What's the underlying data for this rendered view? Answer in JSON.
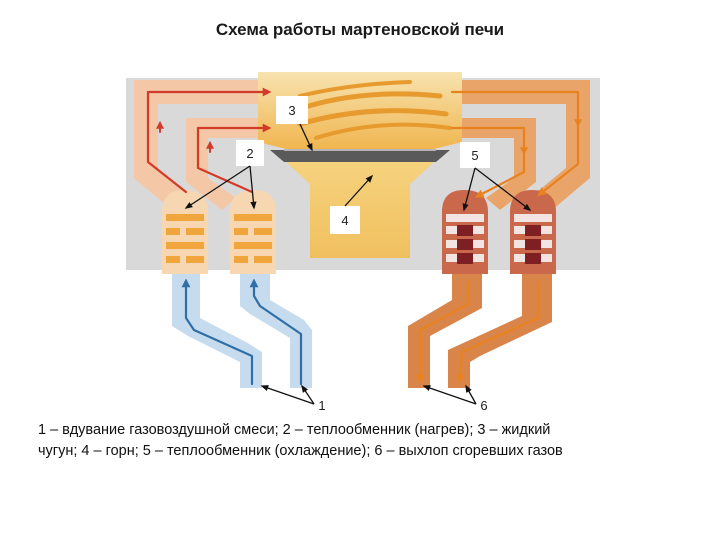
{
  "title": "Схема работы мартеновской печи",
  "callouts": {
    "n1": "1",
    "n2": "2",
    "n3": "3",
    "n4": "4",
    "n5": "5",
    "n6": "6"
  },
  "caption": {
    "line1": "1 – вдувание газовоздушной смеси; 2 – теплообменник (нагрев); 3 – жидкий",
    "line2": "чугун; 4 – горн; 5 – теплообменник (охлаждение); 6 – выхлоп сгоревших газов"
  },
  "colors": {
    "wall_gray": "#d9d9d9",
    "cold_duct_blue": "#c6dcee",
    "hot_duct_peach": "#f4c7a6",
    "exhaust_orange": "#d9854a",
    "hearth_yellow": "#f2c66e",
    "checker_brick_light": "#f0a63c",
    "checker_brick_dark": "#7e1f24",
    "arrow_red": "#d23a2a",
    "arrow_orange": "#e8821e",
    "arrow_blue": "#2f6fa8"
  }
}
